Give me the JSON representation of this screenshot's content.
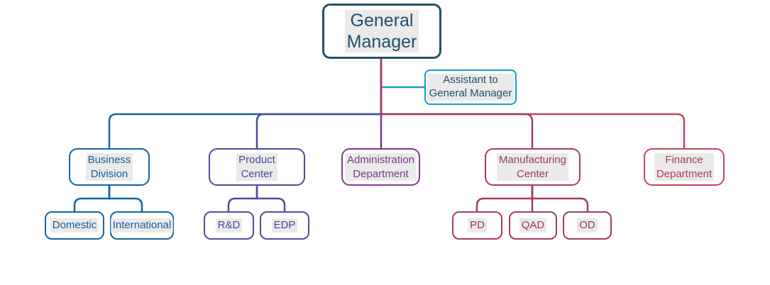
{
  "diagram": {
    "type": "org-chart",
    "nodes": {
      "general_manager": {
        "label": "General\nManager"
      },
      "assistant": {
        "label": "Assistant to\nGeneral Manager"
      },
      "business_division": {
        "label": "Business\nDivision"
      },
      "product_center": {
        "label": "Product\nCenter"
      },
      "administration_department": {
        "label": "Administration\nDepartment"
      },
      "manufacturing_center": {
        "label": "Manufacturing\nCenter"
      },
      "finance_department": {
        "label": "Finance\nDepartment"
      },
      "domestic": {
        "label": "Domestic"
      },
      "international": {
        "label": "International"
      },
      "rnd": {
        "label": "R&D"
      },
      "edp": {
        "label": "EDP"
      },
      "pd": {
        "label": "PD"
      },
      "qad": {
        "label": "QAD"
      },
      "od": {
        "label": "OD"
      }
    },
    "edges": [
      {
        "from": "general_manager",
        "to": "assistant"
      },
      {
        "from": "general_manager",
        "to": "business_division"
      },
      {
        "from": "general_manager",
        "to": "product_center"
      },
      {
        "from": "general_manager",
        "to": "administration_department"
      },
      {
        "from": "general_manager",
        "to": "manufacturing_center"
      },
      {
        "from": "general_manager",
        "to": "finance_department"
      },
      {
        "from": "business_division",
        "to": "domestic"
      },
      {
        "from": "business_division",
        "to": "international"
      },
      {
        "from": "product_center",
        "to": "rnd"
      },
      {
        "from": "product_center",
        "to": "edp"
      },
      {
        "from": "manufacturing_center",
        "to": "pd"
      },
      {
        "from": "manufacturing_center",
        "to": "qad"
      },
      {
        "from": "manufacturing_center",
        "to": "od"
      }
    ],
    "colors": {
      "navy": "#24526b",
      "cyan": "#12a0cb",
      "blue": "#1464a6",
      "indigo": "#4e4d9e",
      "purple": "#7a378f",
      "maroon": "#a53b68",
      "crimson": "#c4465a",
      "label_background": "#e6e6e6"
    }
  }
}
